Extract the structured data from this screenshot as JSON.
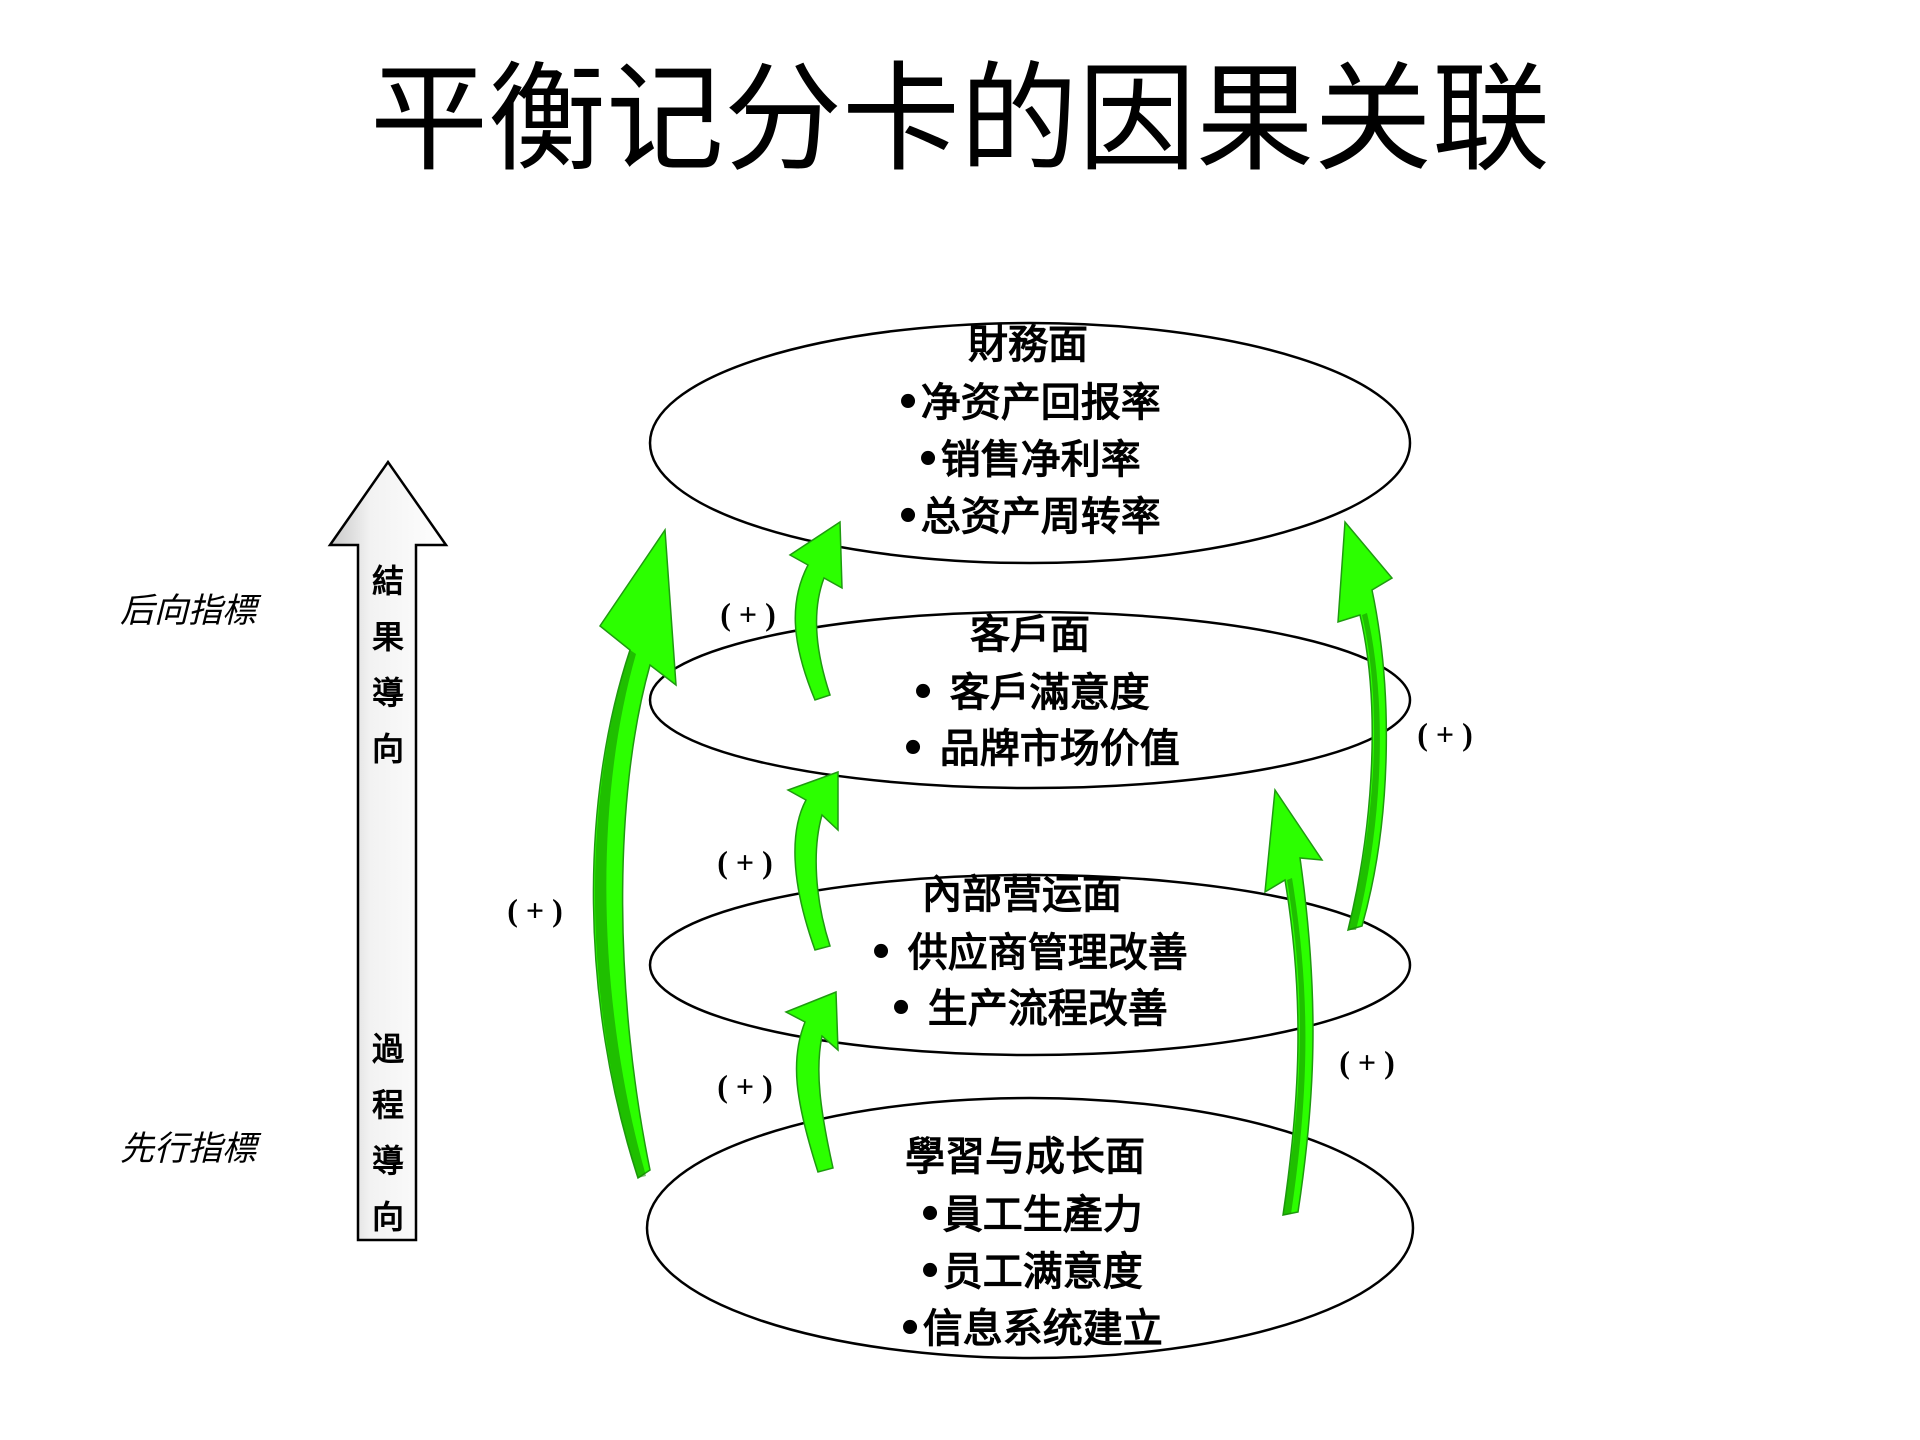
{
  "title": "平衡记分卡的因果关联",
  "left_labels": {
    "lagging": "后向指標",
    "leading": "先行指標"
  },
  "vertical_arrow": {
    "top_chars": [
      "結",
      "果",
      "導",
      "向"
    ],
    "bottom_chars": [
      "過",
      "程",
      "導",
      "向"
    ]
  },
  "layers": [
    {
      "title": "財務面",
      "items": [
        "•净资产回报率",
        "•销售净利率",
        "•总资产周转率"
      ]
    },
    {
      "title": "客戶面",
      "items": [
        "• 客戶滿意度",
        "• 品牌市场价值"
      ]
    },
    {
      "title": "內部营运面",
      "items": [
        "• 供应商管理改善",
        "• 生产流程改善"
      ]
    },
    {
      "title": "學習与成长面",
      "items": [
        "•員工生產力",
        "•员工满意度",
        "•信息系统建立"
      ]
    }
  ],
  "plus_label": "( + )",
  "colors": {
    "arrow_green": "#2cff00",
    "arrow_green_dark": "#168a00",
    "arrow_gray": "#e8e8e8"
  }
}
